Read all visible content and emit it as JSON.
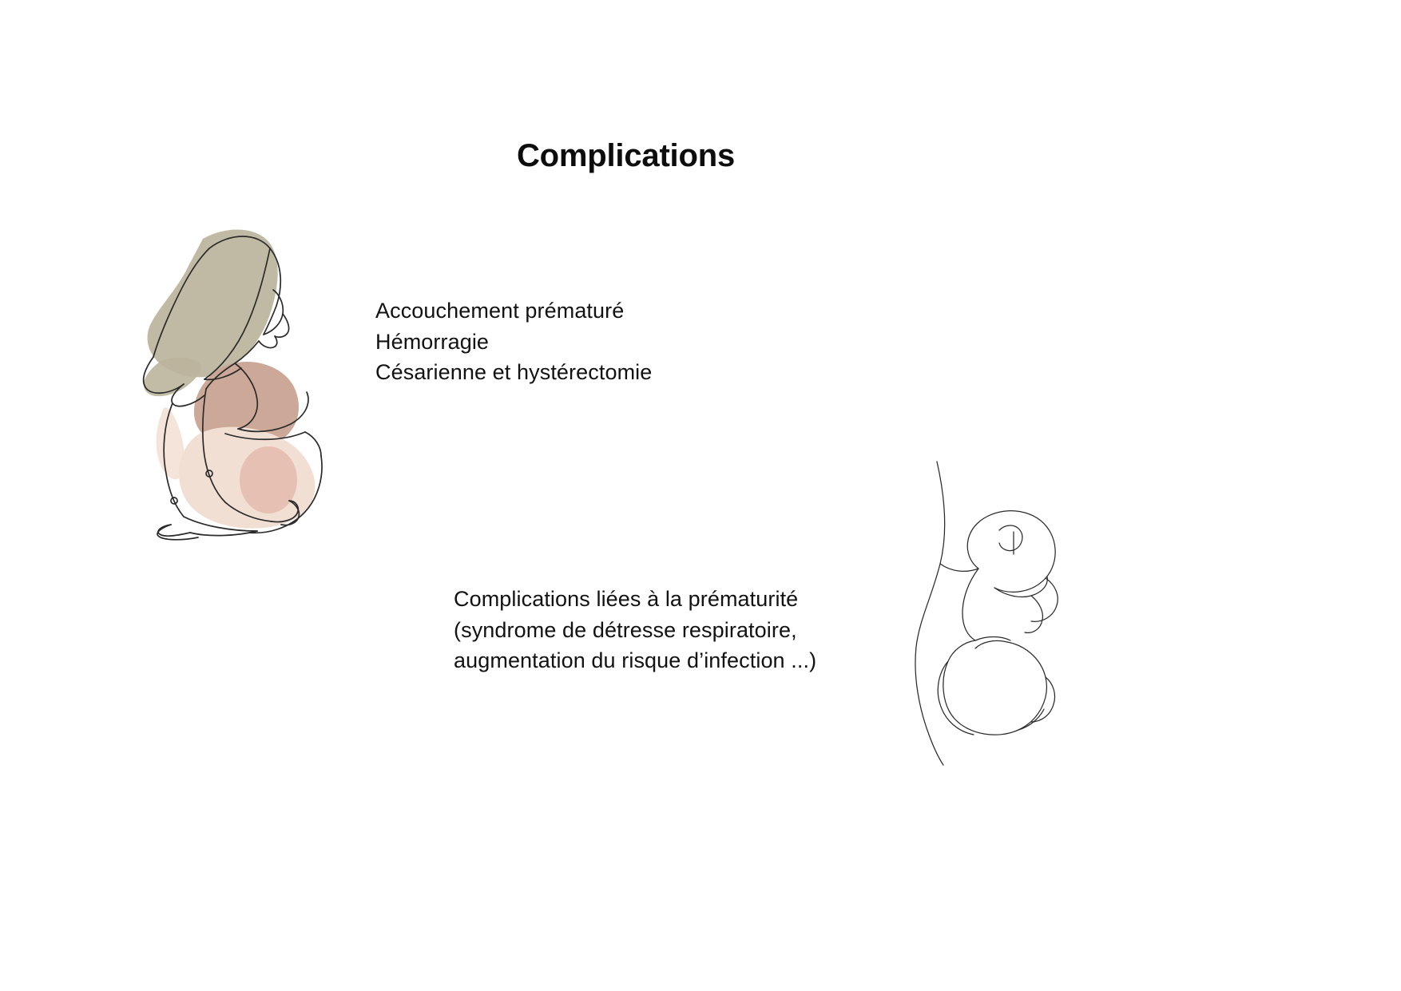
{
  "slide": {
    "title": "Complications",
    "background_color": "#ffffff",
    "text_color": "#121212"
  },
  "content": {
    "complications_list": "Accouchement prématuré\nHémorragie\nCésarienne et hystérectomie",
    "prematurity_note": "Complications liées à la prématurité\n(syndrome de détresse respiratoire,\naugmentation du risque d’infection ...)"
  },
  "illustrations": [
    {
      "name": "pregnant-woman-illustration",
      "description": "Line-art drawing of a squatting pregnant woman, side view",
      "palette": {
        "hair": "#bbb49c",
        "breast": "#c9a392",
        "belly": "#f2dfd4",
        "belly_accent": "#e4bdae",
        "line": "#2b2b2b"
      }
    },
    {
      "name": "fetus-illustration",
      "description": "Thin line-art drawing of a fetus curled in the womb",
      "palette": {
        "line": "#2b2b2b"
      }
    }
  ]
}
